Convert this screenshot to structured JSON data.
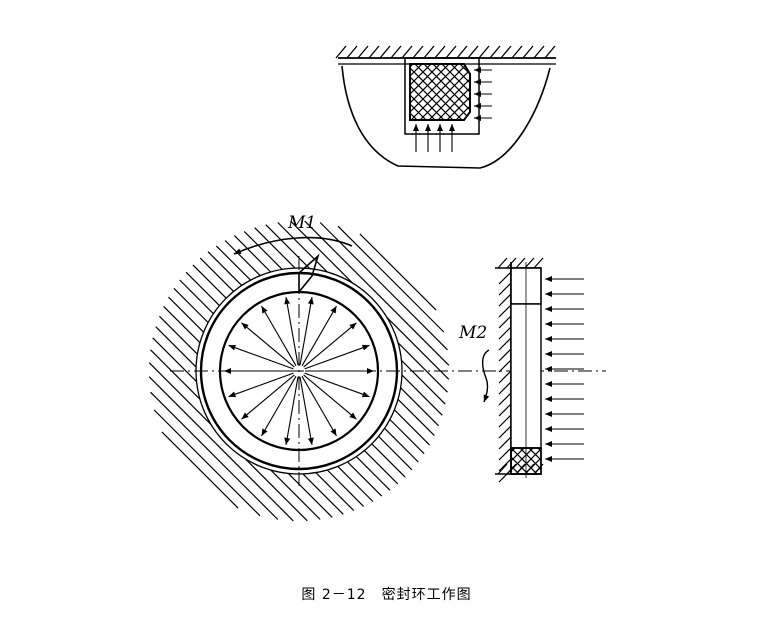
{
  "labels": {
    "m1": "M1",
    "m2": "M2"
  },
  "caption": "图 2－12　密封环工作图",
  "colors": {
    "ink": "#000000",
    "paper": "#ffffff"
  }
}
